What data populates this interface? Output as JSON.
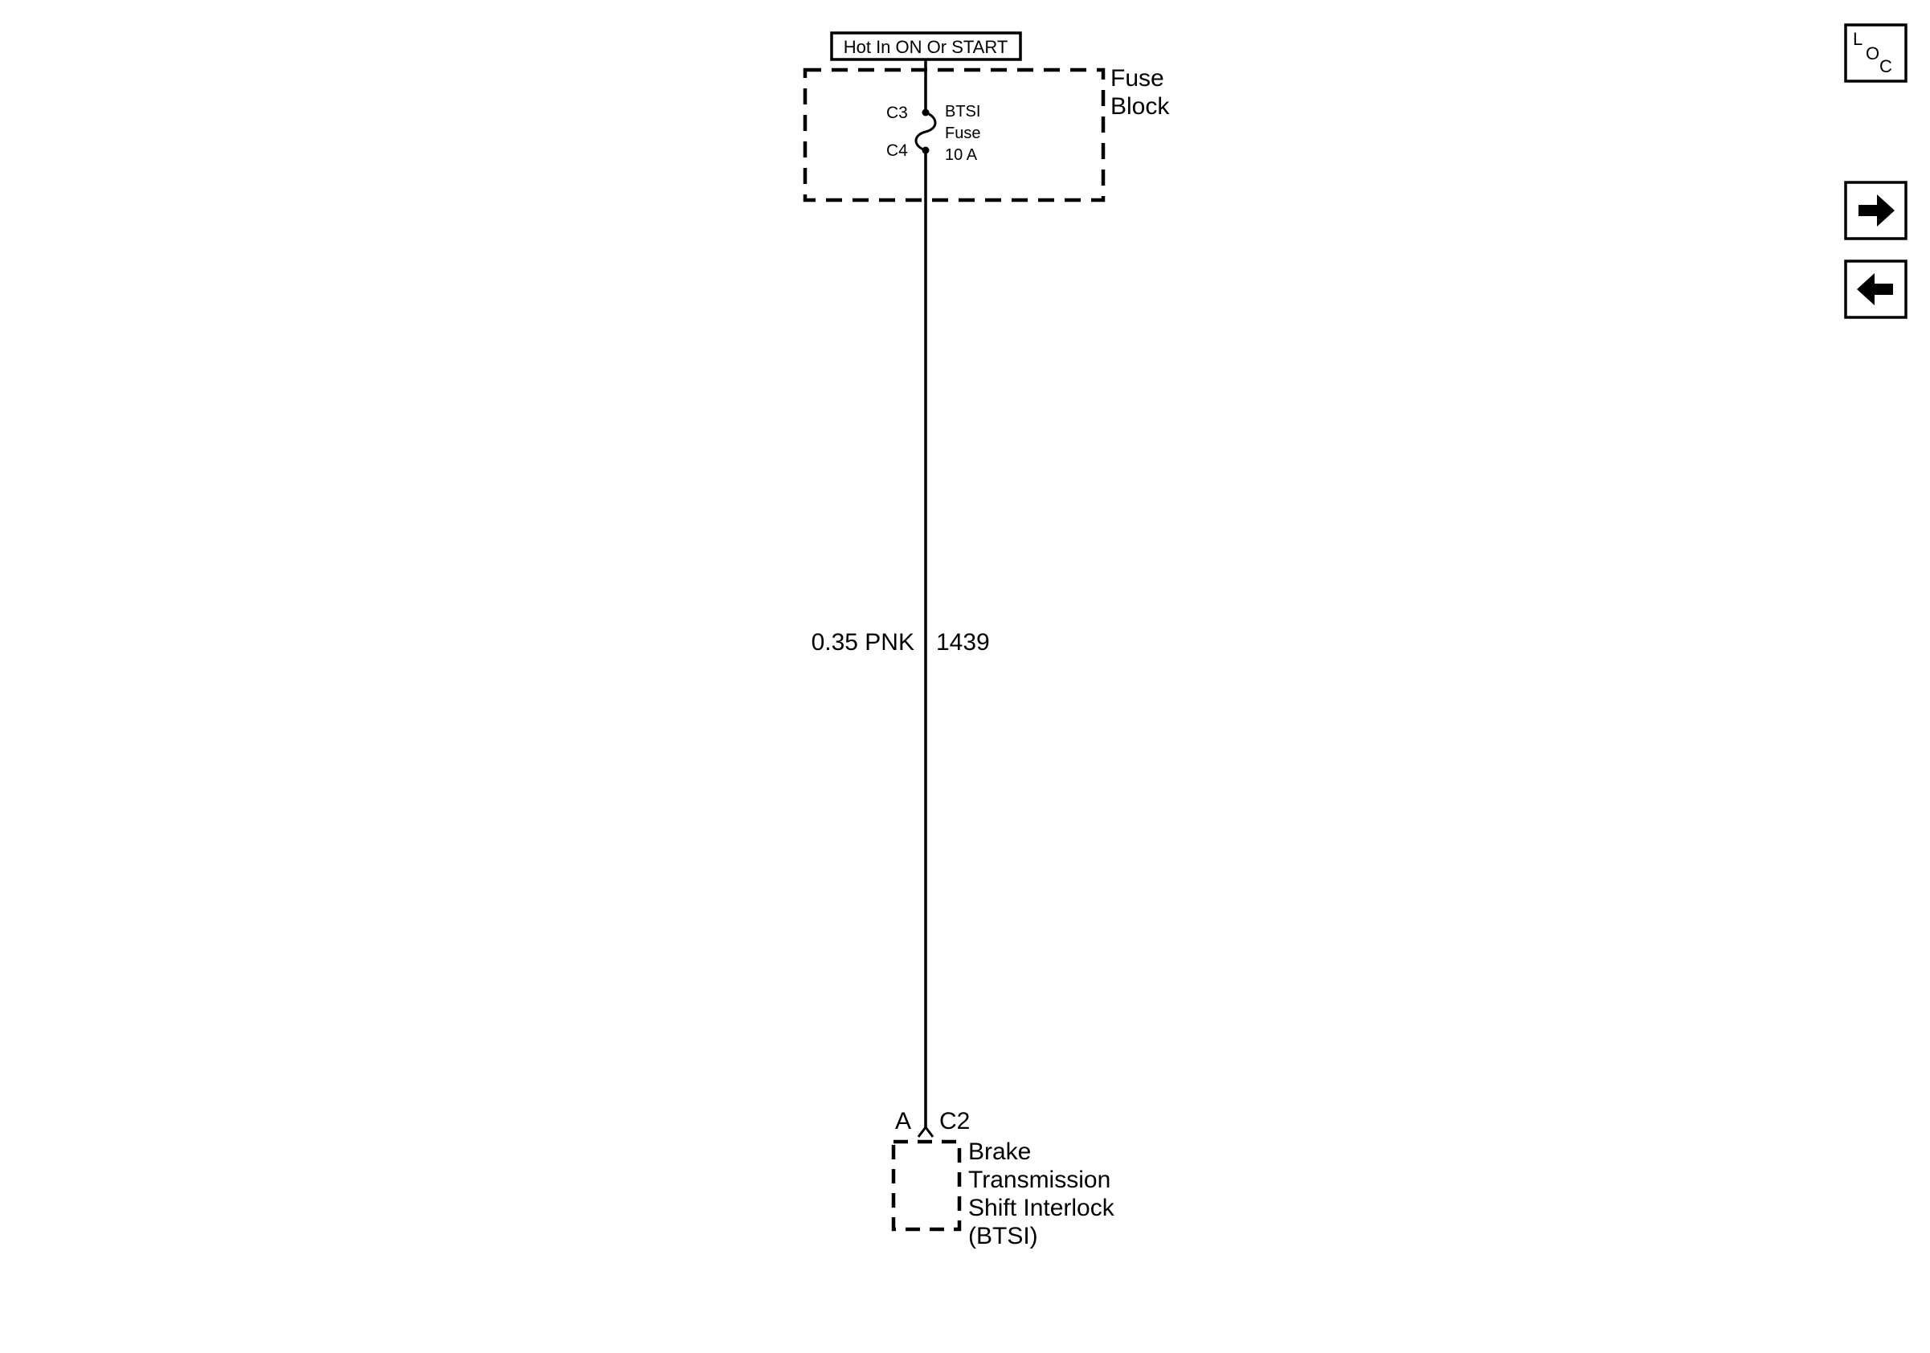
{
  "power_source": {
    "label": "Hot In ON Or START"
  },
  "fuse_block": {
    "name_line1": "Fuse",
    "name_line2": "Block",
    "fuse_name": "BTSI",
    "fuse_word": "Fuse",
    "fuse_rating": "10 A",
    "terminal_in": "C3",
    "terminal_out": "C4"
  },
  "wire": {
    "gauge_color": "0.35 PNK",
    "circuit_number": "1439"
  },
  "component": {
    "pin": "A",
    "connector": "C2",
    "name_line1": "Brake",
    "name_line2": "Transmission",
    "name_line3": "Shift Interlock",
    "name_line4": "(BTSI)"
  },
  "nav": {
    "loc_letter_l": "L",
    "loc_letter_o": "O",
    "loc_letter_c": "C",
    "next_icon": "arrow-right-icon",
    "prev_icon": "arrow-left-icon"
  },
  "colors": {
    "ink": "#000000",
    "background": "#ffffff"
  }
}
